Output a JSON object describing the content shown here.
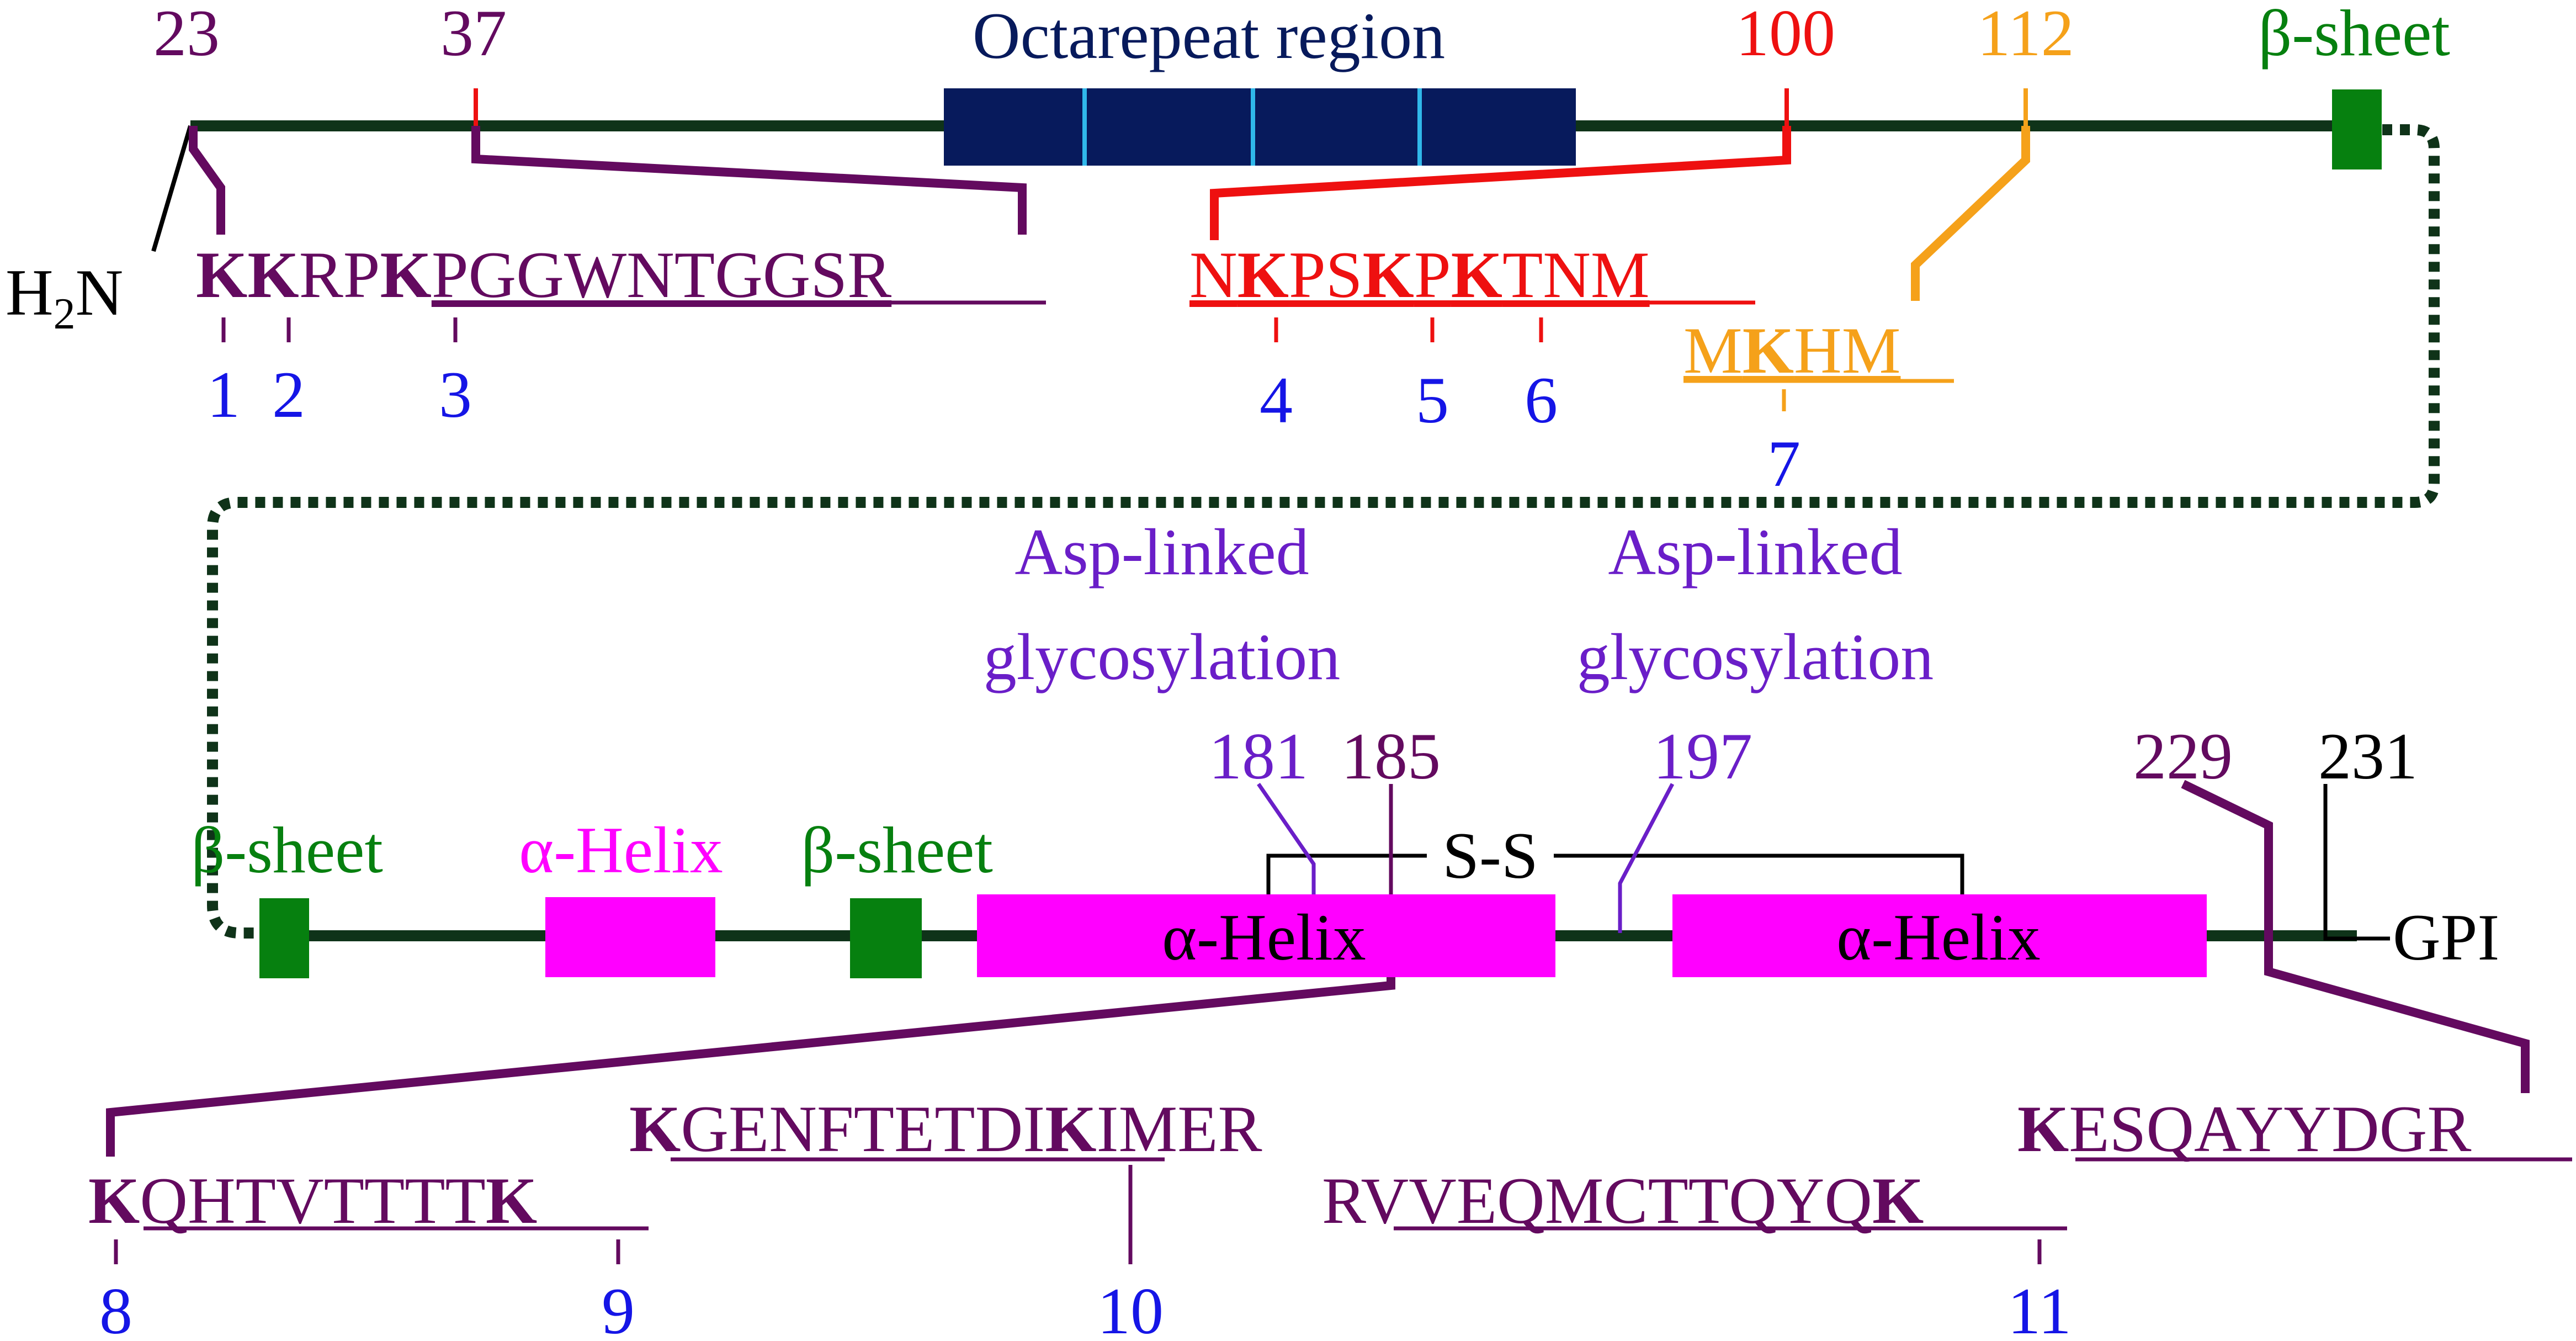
{
  "colors": {
    "backbone": "#0f3319",
    "purple": "#630a5f",
    "blue": "#1515e6",
    "red": "#ee1010",
    "orange": "#f5a11a",
    "green": "#06800f",
    "magenta": "#ff00ff",
    "violet": "#6a1ec8",
    "navy": "#071a5c",
    "cyan": "#30b8ea",
    "black": "#000000"
  },
  "top": {
    "pos_23": "23",
    "pos_37": "37",
    "pos_100": "100",
    "pos_112": "112",
    "octarepeat_label": "Octarepeat region",
    "beta_sheet_label": "β-sheet",
    "h2n_h": "H",
    "h2n_sub": "2",
    "h2n_n": "N",
    "seq1": {
      "k1": "K",
      "k2": "K",
      "rp": "RP",
      "k3": "K",
      "tail": "PGGWNTGGSR",
      "site1": "1",
      "site2": "2",
      "site3": "3"
    },
    "seq2": {
      "n": "N",
      "k4": "K",
      "ps": "PS",
      "k5": "K",
      "p": "P",
      "k6": "K",
      "tnm": "TNM",
      "site4": "4",
      "site5": "5",
      "site6": "6"
    },
    "seq3": {
      "m": "M",
      "k7": "K",
      "hm": "HM",
      "site7": "7"
    }
  },
  "bottom": {
    "glyco1_line1": "Asp-linked",
    "glyco1_line2": "glycosylation",
    "glyco2_line1": "Asp-linked",
    "glyco2_line2": "glycosylation",
    "pos_181": "181",
    "pos_185": "185",
    "pos_197": "197",
    "pos_229": "229",
    "pos_231": "231",
    "ss_label": "S-S",
    "beta_sheet_1": "β-sheet",
    "alpha_helix_1": "α-Helix",
    "beta_sheet_2": "β-sheet",
    "alpha_helix_2": "α-Helix",
    "alpha_helix_3": "α-Helix",
    "gpi_label": "GPI",
    "seq_a": {
      "k8": "K",
      "mid": "QHTVTTTT",
      "k9": "K",
      "site8": "8",
      "site9": "9"
    },
    "seq_b": {
      "k_start": "K",
      "mid": "GENFTETDI",
      "k10": "K",
      "tail": "IMER",
      "site10": "10"
    },
    "seq_c": {
      "r": "R",
      "mid": "VVEQMCTTQYQ",
      "k11": "K",
      "site11": "11"
    },
    "seq_d": {
      "k_start": "K",
      "tail": "ESQAYYDGR"
    }
  }
}
